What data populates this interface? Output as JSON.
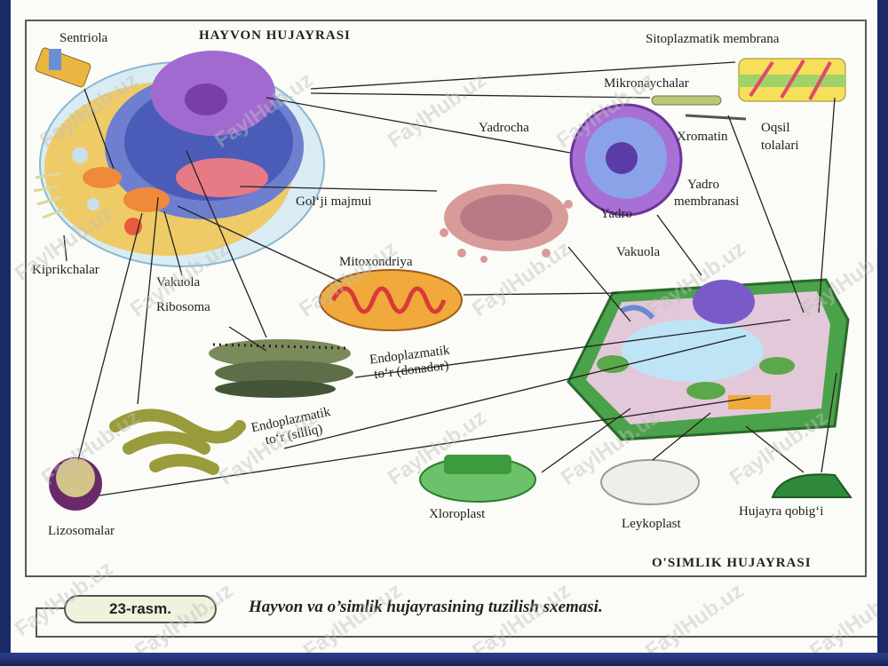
{
  "titles": {
    "animal_cell": "HAYVON HUJAYRASI",
    "plant_cell": "O'SIMLIK HUJAYRASI"
  },
  "labels": {
    "sentriola": "Sentriola",
    "sitoplazmatik_membrana": "Sitoplazmatik membrana",
    "mikronaychalar": "Mikronaychalar",
    "oqsil_tolalari_1": "Oqsil",
    "oqsil_tolalari_2": "tolalari",
    "yadrocha": "Yadrocha",
    "xromatin": "Xromatin",
    "yadro_membranasi_1": "Yadro",
    "yadro_membranasi_2": "membranasi",
    "yadro": "Yadro",
    "golji_majmui": "Gol‘ji majmui",
    "kiprikchalar": "Kiprikchalar",
    "vakuola_animal": "Vakuola",
    "mitoxondriya": "Mitoxondriya",
    "vakuola_plant": "Vakuola",
    "ribosoma": "Ribosoma",
    "er_donador_1": "Endoplazmatik",
    "er_donador_2": "to‘r (donador)",
    "er_silliq_1": "Endoplazmatik",
    "er_silliq_2": "to‘r (silliq)",
    "xloroplast": "Xloroplast",
    "leykoplast": "Leykoplast",
    "hujayra_qobigi": "Hujayra qobig‘i",
    "lizosomalar": "Lizosomalar"
  },
  "caption": {
    "badge": "23-rasm.",
    "text": "Hayvon va o’simlik hujayrasining tuzilish sxemasi."
  },
  "watermark": "FaylHub.uz"
}
